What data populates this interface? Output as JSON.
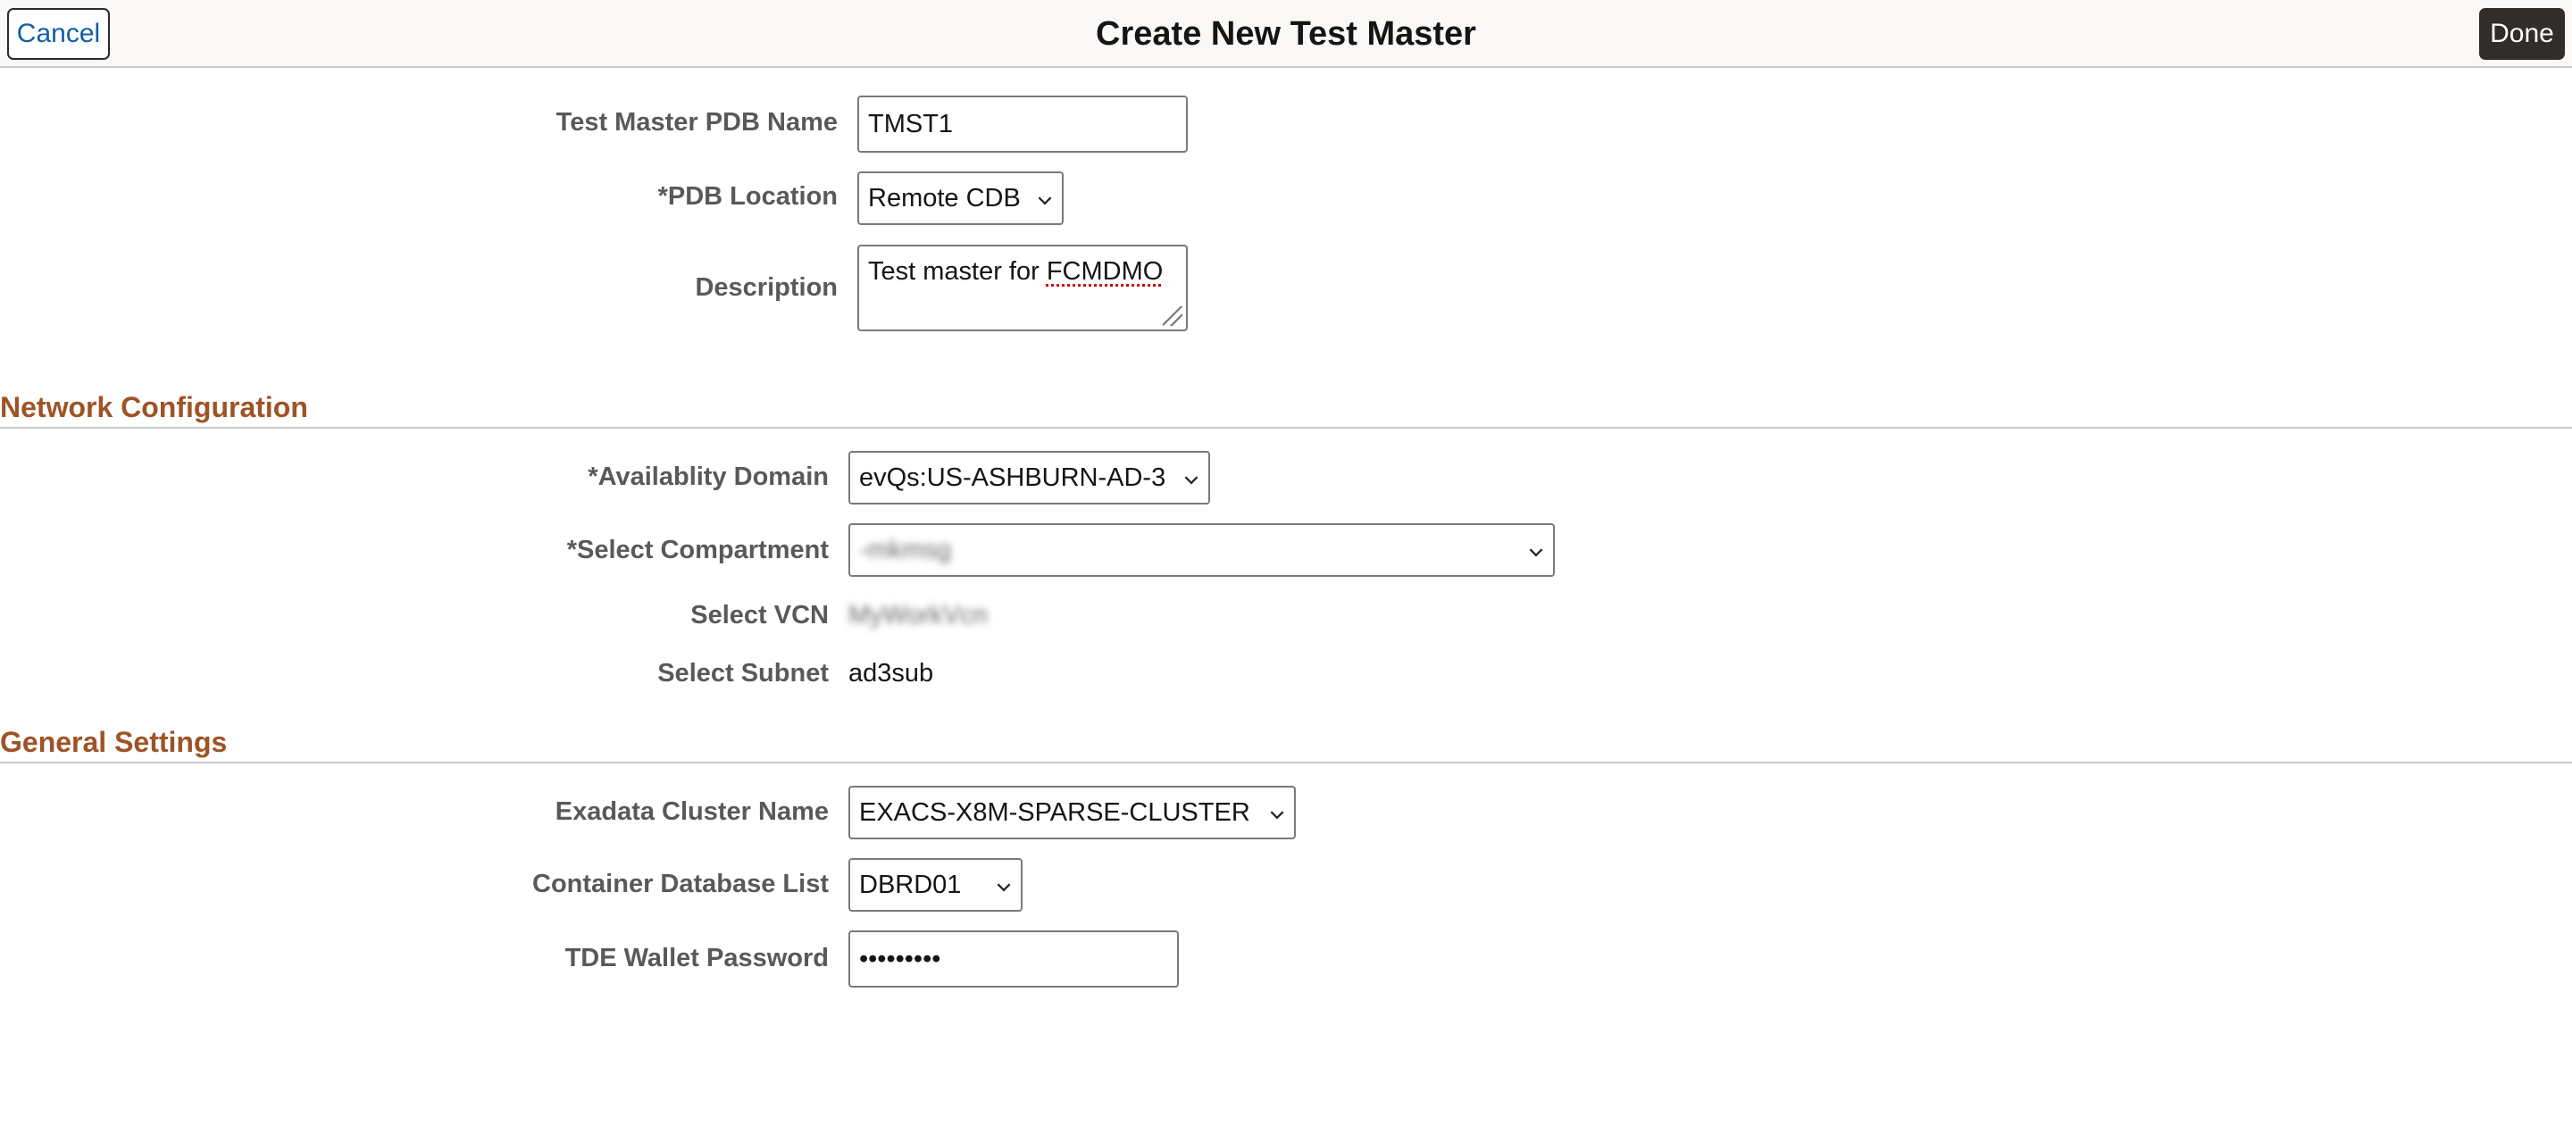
{
  "header": {
    "cancel_label": "Cancel",
    "title": "Create New Test Master",
    "done_label": "Done"
  },
  "pdb": {
    "name_label": "Test Master PDB Name",
    "name_value": "TMST1",
    "location_label": "*PDB Location",
    "location_value": "Remote CDB",
    "description_label": "Description",
    "description_prefix": "Test master for ",
    "description_word": "FCMDMO"
  },
  "network": {
    "section_title": "Network Configuration",
    "availability_label": "*Availablity Domain",
    "availability_value": "evQs:US-ASHBURN-AD-3",
    "compartment_label": "*Select Compartment",
    "compartment_value": "-mkmsg",
    "vcn_label": "Select VCN",
    "vcn_value": "MyWorkVcn",
    "subnet_label": "Select Subnet",
    "subnet_value": "ad3sub"
  },
  "general": {
    "section_title": "General Settings",
    "cluster_label": "Exadata Cluster Name",
    "cluster_value": "EXACS-X8M-SPARSE-CLUSTER",
    "cdb_label": "Container Database List",
    "cdb_value": "DBRD01",
    "tde_label": "TDE Wallet Password",
    "tde_value": "•••••••••"
  }
}
